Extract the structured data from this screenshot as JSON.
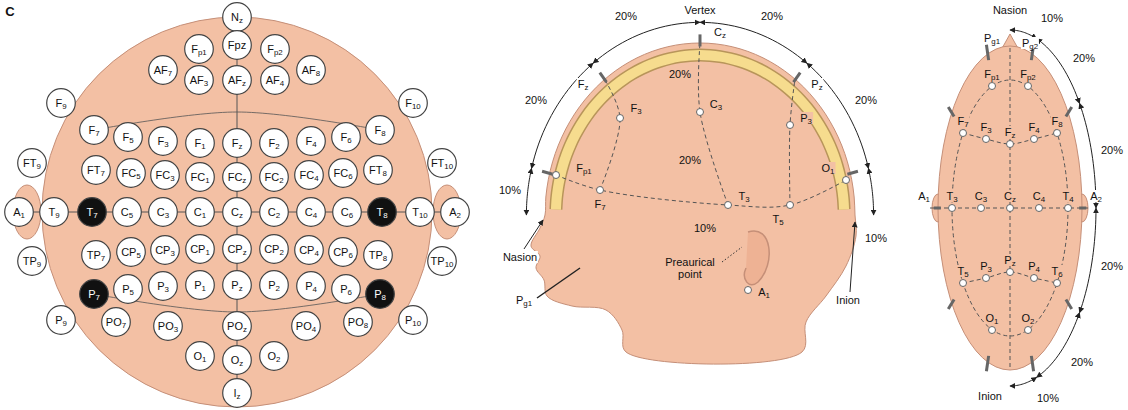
{
  "diagram": {
    "nodes": [
      {
        "text": [
          "Nz"
        ]
      },
      {
        "text": [
          "Fp1"
        ]
      },
      {
        "text": [
          "Fpz"
        ]
      },
      {
        "text": [
          "Fp2"
        ]
      },
      {
        "text": [
          "AF7"
        ]
      },
      {
        "text": [
          "AF3"
        ]
      },
      {
        "text": [
          "AFz"
        ]
      },
      {
        "text": [
          "AF4"
        ]
      },
      {
        "text": [
          "AF8"
        ]
      },
      {
        "text": [
          "F9"
        ]
      },
      {
        "text": [
          "F7"
        ]
      },
      {
        "text": [
          "F5"
        ]
      },
      {
        "text": [
          "F3"
        ]
      },
      {
        "text": [
          "F1"
        ]
      },
      {
        "text": [
          "Fz"
        ]
      },
      {
        "text": [
          "F2"
        ]
      },
      {
        "text": [
          "F4"
        ]
      },
      {
        "text": [
          "F6"
        ]
      },
      {
        "text": [
          "F8"
        ]
      },
      {
        "text": [
          "F10"
        ]
      },
      {
        "text": [
          "FT9"
        ]
      },
      {
        "text": [
          "FT7"
        ]
      },
      {
        "text": [
          "FC5"
        ]
      },
      {
        "text": [
          "FC3"
        ]
      },
      {
        "text": [
          "FC1"
        ]
      },
      {
        "text": [
          "FCz"
        ]
      },
      {
        "text": [
          "FC2"
        ]
      },
      {
        "text": [
          "FC4"
        ]
      },
      {
        "text": [
          "FC6"
        ]
      },
      {
        "text": [
          "FT8"
        ]
      },
      {
        "text": [
          "FT10"
        ]
      },
      {
        "text": [
          "A1"
        ]
      },
      {
        "text": [
          "T9"
        ]
      },
      {
        "text": [
          "T7"
        ]
      },
      {
        "text": [
          "C5"
        ]
      },
      {
        "text": [
          "C3"
        ]
      },
      {
        "text": [
          "C1"
        ]
      },
      {
        "text": [
          "Cz"
        ]
      },
      {
        "text": [
          "C2"
        ]
      },
      {
        "text": [
          "C4"
        ]
      },
      {
        "text": [
          "C6"
        ]
      },
      {
        "text": [
          "T8"
        ]
      },
      {
        "text": [
          "T10"
        ]
      },
      {
        "text": [
          "A2"
        ]
      },
      {
        "text": [
          "TP9"
        ]
      },
      {
        "text": [
          "TP7"
        ]
      },
      {
        "text": [
          "CP5"
        ]
      },
      {
        "text": [
          "CP3"
        ]
      },
      {
        "text": [
          "CP1"
        ]
      },
      {
        "text": [
          "CPz"
        ]
      },
      {
        "text": [
          "CP2"
        ]
      },
      {
        "text": [
          "CP4"
        ]
      },
      {
        "text": [
          "CP6"
        ]
      },
      {
        "text": [
          "TP8"
        ]
      },
      {
        "text": [
          "TP10"
        ]
      },
      {
        "text": [
          "P9"
        ]
      },
      {
        "text": [
          "P7"
        ]
      },
      {
        "text": [
          "P5"
        ]
      },
      {
        "text": [
          "P3"
        ]
      },
      {
        "text": [
          "P1"
        ]
      },
      {
        "text": [
          "Pz"
        ]
      },
      {
        "text": [
          "P2"
        ]
      },
      {
        "text": [
          "P4"
        ]
      },
      {
        "text": [
          "P6"
        ]
      },
      {
        "text": [
          "P8"
        ]
      },
      {
        "text": [
          "P10"
        ]
      },
      {
        "text": [
          "PO7"
        ]
      },
      {
        "text": [
          "PO3"
        ]
      },
      {
        "text": [
          "POz"
        ]
      },
      {
        "text": [
          "PO4"
        ]
      },
      {
        "text": [
          "PO8"
        ]
      },
      {
        "text": [
          "O1"
        ]
      },
      {
        "text": [
          "Oz"
        ]
      },
      {
        "text": [
          "O2"
        ]
      },
      {
        "text": [
          "Iz"
        ]
      }
    ],
    "labels": [
      "C",
      "20%",
      "Vertex",
      "Cz",
      "20%",
      "20%",
      "Fz",
      "20%",
      "F3",
      "C3",
      "20%",
      "P3",
      "Pz",
      "20%",
      "Fp1",
      "10%",
      "F7",
      "T3",
      "T5",
      "O1",
      "10%",
      "Nasion",
      "Preaurical point",
      "A1",
      "Pg1",
      "10%",
      "Inion",
      "Nasion",
      "Pg1",
      "Pg2",
      "10%",
      "20%",
      "Fp1",
      "Fp2",
      "F7",
      "F3",
      "Fz",
      "F4",
      "F8",
      "20%",
      "A1",
      "T3",
      "C3",
      "Cz",
      "C4",
      "T4",
      "A2",
      "20%",
      "T5",
      "P3",
      "Pz",
      "P4",
      "T6",
      "O1",
      "O2",
      "20%",
      "Inion",
      "10%"
    ]
  }
}
